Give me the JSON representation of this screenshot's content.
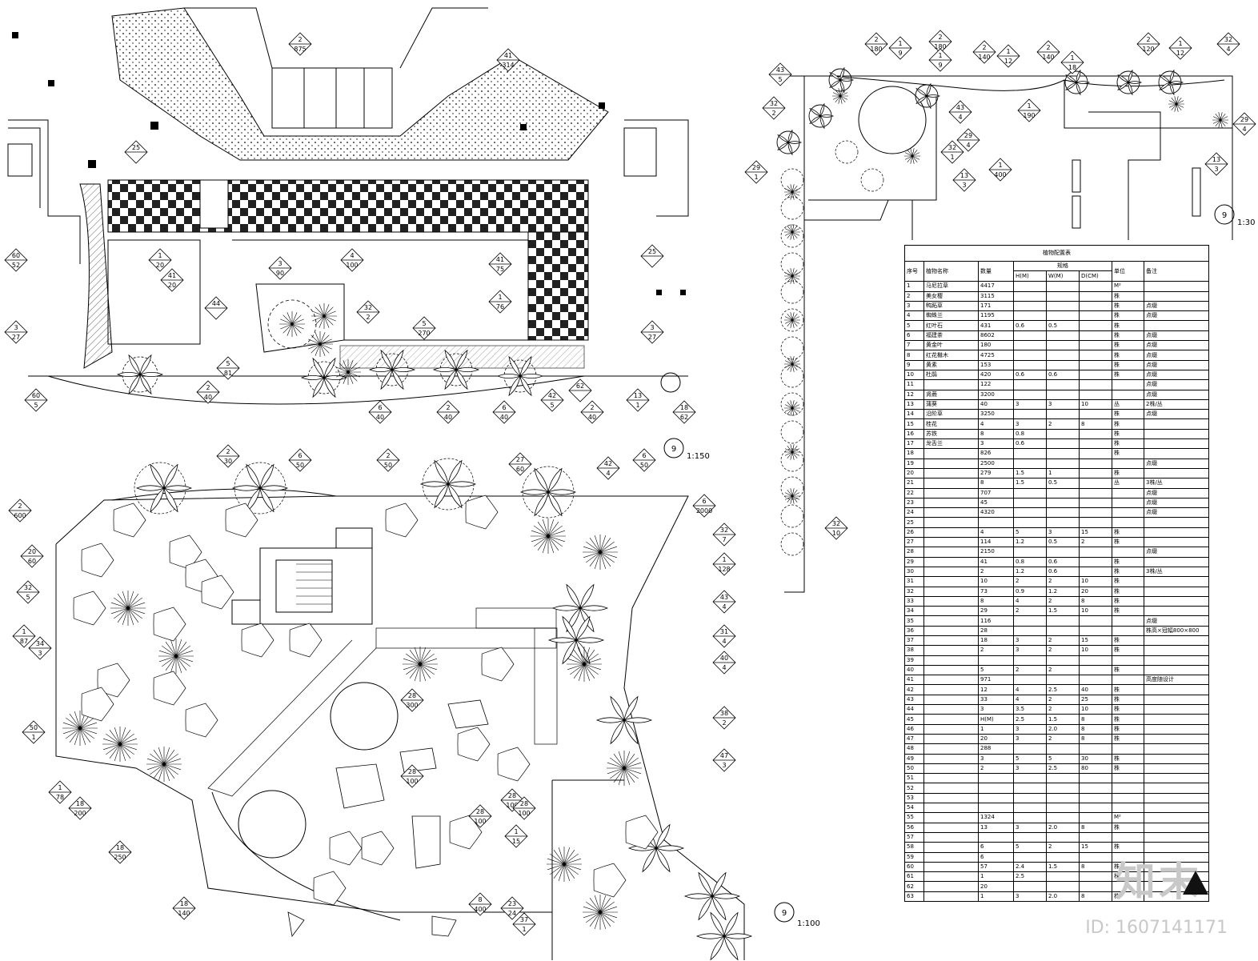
{
  "scales": {
    "plan_a": "1:150",
    "plan_b": "1:100",
    "plan_c": "1:30"
  },
  "detail_no": "9",
  "callouts": [
    {
      "t": "2",
      "b": "875"
    },
    {
      "t": "41",
      "b": "314"
    },
    {
      "t": "25",
      "b": ""
    },
    {
      "t": "1",
      "b": "20"
    },
    {
      "t": "3",
      "b": "90"
    },
    {
      "t": "4",
      "b": "100"
    },
    {
      "t": "41",
      "b": "75"
    },
    {
      "t": "41",
      "b": "20"
    },
    {
      "t": "60",
      "b": "52"
    },
    {
      "t": "25",
      "b": ""
    },
    {
      "t": "1",
      "b": "76"
    },
    {
      "t": "44",
      "b": ""
    },
    {
      "t": "32",
      "b": "2"
    },
    {
      "t": "5",
      "b": "270"
    },
    {
      "t": "3",
      "b": "27"
    },
    {
      "t": "3",
      "b": "27"
    },
    {
      "t": "5",
      "b": "81"
    },
    {
      "t": "2",
      "b": "40"
    },
    {
      "t": "60",
      "b": "5"
    },
    {
      "t": "6",
      "b": "40"
    },
    {
      "t": "2",
      "b": "40"
    },
    {
      "t": "6",
      "b": "40"
    },
    {
      "t": "42",
      "b": "5"
    },
    {
      "t": "2",
      "b": "40"
    },
    {
      "t": "62",
      "b": ""
    },
    {
      "t": "13",
      "b": "1"
    },
    {
      "t": "18",
      "b": "62"
    },
    {
      "t": "2",
      "b": "30"
    },
    {
      "t": "6",
      "b": "50"
    },
    {
      "t": "2",
      "b": "50"
    },
    {
      "t": "27",
      "b": "60"
    },
    {
      "t": "42",
      "b": "4"
    },
    {
      "t": "6",
      "b": "50"
    },
    {
      "t": "2",
      "b": "600"
    },
    {
      "t": "6",
      "b": "2000"
    },
    {
      "t": "20",
      "b": "60"
    },
    {
      "t": "32",
      "b": "7"
    },
    {
      "t": "1",
      "b": "128"
    },
    {
      "t": "32",
      "b": "5"
    },
    {
      "t": "43",
      "b": "4"
    },
    {
      "t": "1",
      "b": "87"
    },
    {
      "t": "34",
      "b": "3"
    },
    {
      "t": "31",
      "b": "4"
    },
    {
      "t": "40",
      "b": "4"
    },
    {
      "t": "28",
      "b": "300"
    },
    {
      "t": "50",
      "b": "1"
    },
    {
      "t": "38",
      "b": "2"
    },
    {
      "t": "47",
      "b": "3"
    },
    {
      "t": "1",
      "b": "78"
    },
    {
      "t": "28",
      "b": "100"
    },
    {
      "t": "18",
      "b": "200"
    },
    {
      "t": "28",
      "b": "100"
    },
    {
      "t": "28",
      "b": "100"
    },
    {
      "t": "28",
      "b": "100"
    },
    {
      "t": "1",
      "b": "15"
    },
    {
      "t": "18",
      "b": "250"
    },
    {
      "t": "18",
      "b": "140"
    },
    {
      "t": "8",
      "b": "400"
    },
    {
      "t": "23",
      "b": "24"
    },
    {
      "t": "37",
      "b": "1"
    },
    {
      "t": "43",
      "b": "5"
    },
    {
      "t": "2",
      "b": "180"
    },
    {
      "t": "1",
      "b": "9"
    },
    {
      "t": "2",
      "b": "180"
    },
    {
      "t": "1",
      "b": "9"
    },
    {
      "t": "2",
      "b": "140"
    },
    {
      "t": "1",
      "b": "12"
    },
    {
      "t": "2",
      "b": "140"
    },
    {
      "t": "1",
      "b": "18"
    },
    {
      "t": "2",
      "b": "120"
    },
    {
      "t": "1",
      "b": "12"
    },
    {
      "t": "32",
      "b": "4"
    },
    {
      "t": "32",
      "b": "2"
    },
    {
      "t": "43",
      "b": "4"
    },
    {
      "t": "1",
      "b": "190"
    },
    {
      "t": "29",
      "b": "4"
    },
    {
      "t": "29",
      "b": "1"
    },
    {
      "t": "32",
      "b": "1"
    },
    {
      "t": "1",
      "b": "400"
    },
    {
      "t": "13",
      "b": "3"
    },
    {
      "t": "13",
      "b": "3"
    },
    {
      "t": "29",
      "b": "4"
    },
    {
      "t": "32",
      "b": "10"
    }
  ],
  "table": {
    "title": "植物配置表",
    "headers": {
      "no": "序号",
      "name": "植物名称",
      "qty": "数量",
      "spec": "规格",
      "unit": "单位",
      "note": "备注"
    },
    "spec_sub": {
      "h": "H(M)",
      "w": "W(M)",
      "d": "D(CM)"
    },
    "rows": [
      [
        "1",
        "马尼拉草",
        "4417",
        "",
        "",
        "",
        "M²",
        ""
      ],
      [
        "2",
        "美女樱",
        "3115",
        "",
        "",
        "",
        "株",
        ""
      ],
      [
        "3",
        "鸭跖草",
        "171",
        "",
        "",
        "",
        "株",
        "点缀"
      ],
      [
        "4",
        "蜘蛛兰",
        "1195",
        "",
        "",
        "",
        "株",
        "点缀"
      ],
      [
        "5",
        "红叶石",
        "431",
        "0.6",
        "0.5",
        "",
        "株",
        ""
      ],
      [
        "6",
        "福建茶",
        "8602",
        "",
        "",
        "",
        "株",
        "点缀"
      ],
      [
        "7",
        "黄金叶",
        "180",
        "",
        "",
        "",
        "株",
        "点缀"
      ],
      [
        "8",
        "红花檵木",
        "4725",
        "",
        "",
        "",
        "株",
        "点缀"
      ],
      [
        "9",
        "黄素",
        "153",
        "",
        "",
        "",
        "株",
        "点缀"
      ],
      [
        "10",
        "杜鹃",
        "420",
        "0.6",
        "0.6",
        "",
        "株",
        "点缀"
      ],
      [
        "11",
        "",
        "122",
        "",
        "",
        "",
        "",
        "点缀"
      ],
      [
        "12",
        "肾蕨",
        "3200",
        "",
        "",
        "",
        "",
        "点缀"
      ],
      [
        "13",
        "蒲葵",
        "40",
        "3",
        "3",
        "10",
        "丛",
        "2株/丛"
      ],
      [
        "14",
        "沿阶草",
        "3250",
        "",
        "",
        "",
        "株",
        "点缀"
      ],
      [
        "15",
        "桂花",
        "4",
        "3",
        "2",
        "8",
        "株",
        ""
      ],
      [
        "16",
        "苏铁",
        "8",
        "0.8",
        "",
        "",
        "株",
        ""
      ],
      [
        "17",
        "龙舌兰",
        "3",
        "0.6",
        "",
        "",
        "株",
        ""
      ],
      [
        "18",
        "",
        "826",
        "",
        "",
        "",
        "株",
        ""
      ],
      [
        "19",
        "",
        "2500",
        "",
        "",
        "",
        "",
        "点缀"
      ],
      [
        "20",
        "",
        "279",
        "1.5",
        "1",
        "",
        "株",
        ""
      ],
      [
        "21",
        "",
        "8",
        "1.5",
        "0.5",
        "",
        "丛",
        "3株/丛"
      ],
      [
        "22",
        "",
        "707",
        "",
        "",
        "",
        "",
        "点缀"
      ],
      [
        "23",
        "",
        "45",
        "",
        "",
        "",
        "",
        "点缀"
      ],
      [
        "24",
        "",
        "4320",
        "",
        "",
        "",
        "",
        "点缀"
      ],
      [
        "25",
        "",
        "",
        "",
        "",
        "",
        "",
        ""
      ],
      [
        "26",
        "",
        "4",
        "5",
        "3",
        "15",
        "株",
        ""
      ],
      [
        "27",
        "",
        "114",
        "1.2",
        "0.5",
        "2",
        "株",
        ""
      ],
      [
        "28",
        "",
        "2150",
        "",
        "",
        "",
        "",
        "点缀"
      ],
      [
        "29",
        "",
        "41",
        "0.8",
        "0.6",
        "",
        "株",
        ""
      ],
      [
        "30",
        "",
        "2",
        "1.2",
        "0.6",
        "",
        "株",
        "3株/丛"
      ],
      [
        "31",
        "",
        "10",
        "2",
        "2",
        "10",
        "株",
        ""
      ],
      [
        "32",
        "",
        "73",
        "0.9",
        "1.2",
        "20",
        "株",
        ""
      ],
      [
        "33",
        "",
        "8",
        "4",
        "2",
        "8",
        "株",
        ""
      ],
      [
        "34",
        "",
        "29",
        "2",
        "1.5",
        "10",
        "株",
        ""
      ],
      [
        "35",
        "",
        "116",
        "",
        "",
        "",
        "",
        "点缀"
      ],
      [
        "36",
        "",
        "28",
        "",
        "",
        "",
        "",
        "株高×冠幅800×800"
      ],
      [
        "37",
        "",
        "18",
        "3",
        "2",
        "15",
        "株",
        ""
      ],
      [
        "38",
        "",
        "2",
        "3",
        "2",
        "10",
        "株",
        ""
      ],
      [
        "39",
        "",
        "",
        "",
        "",
        "",
        "",
        ""
      ],
      [
        "40",
        "",
        "5",
        "2",
        "2",
        "",
        "株",
        ""
      ],
      [
        "41",
        "",
        "971",
        "",
        "",
        "",
        "",
        "高度随设计"
      ],
      [
        "42",
        "",
        "12",
        "4",
        "2.5",
        "40",
        "株",
        ""
      ],
      [
        "43",
        "",
        "33",
        "4",
        "2",
        "25",
        "株",
        ""
      ],
      [
        "44",
        "",
        "3",
        "3.5",
        "2",
        "10",
        "株",
        ""
      ],
      [
        "45",
        "",
        "H(M)",
        "2.5",
        "1.5",
        "8",
        "株",
        ""
      ],
      [
        "46",
        "",
        "1",
        "3",
        "2.0",
        "8",
        "株",
        ""
      ],
      [
        "47",
        "",
        "20",
        "3",
        "2",
        "8",
        "株",
        ""
      ],
      [
        "48",
        "",
        "288",
        "",
        "",
        "",
        "",
        ""
      ],
      [
        "49",
        "",
        "3",
        "5",
        "5",
        "30",
        "株",
        ""
      ],
      [
        "50",
        "",
        "2",
        "3",
        "2.5",
        "80",
        "株",
        ""
      ],
      [
        "51",
        "",
        "",
        "",
        "",
        "",
        "",
        ""
      ],
      [
        "52",
        "",
        "",
        "",
        "",
        "",
        "",
        ""
      ],
      [
        "53",
        "",
        "",
        "",
        "",
        "",
        "",
        ""
      ],
      [
        "54",
        "",
        "",
        "",
        "",
        "",
        "",
        ""
      ],
      [
        "55",
        "",
        "1324",
        "",
        "",
        "",
        "M²",
        ""
      ],
      [
        "56",
        "",
        "13",
        "3",
        "2.0",
        "8",
        "株",
        ""
      ],
      [
        "57",
        "",
        "",
        "",
        "",
        "",
        "",
        ""
      ],
      [
        "58",
        "",
        "6",
        "5",
        "2",
        "15",
        "株",
        ""
      ],
      [
        "59",
        "",
        "6",
        "",
        "",
        "",
        "",
        ""
      ],
      [
        "60",
        "",
        "57",
        "2.4",
        "1.5",
        "8",
        "株",
        ""
      ],
      [
        "61",
        "",
        "1",
        "2.5",
        "",
        "",
        "株",
        ""
      ],
      [
        "62",
        "",
        "20",
        "",
        "",
        "",
        "",
        ""
      ],
      [
        "63",
        "",
        "1",
        "3",
        "2.0",
        "8",
        "株",
        ""
      ]
    ]
  },
  "watermark": {
    "text": "知末",
    "id": "ID: 1607141171"
  }
}
